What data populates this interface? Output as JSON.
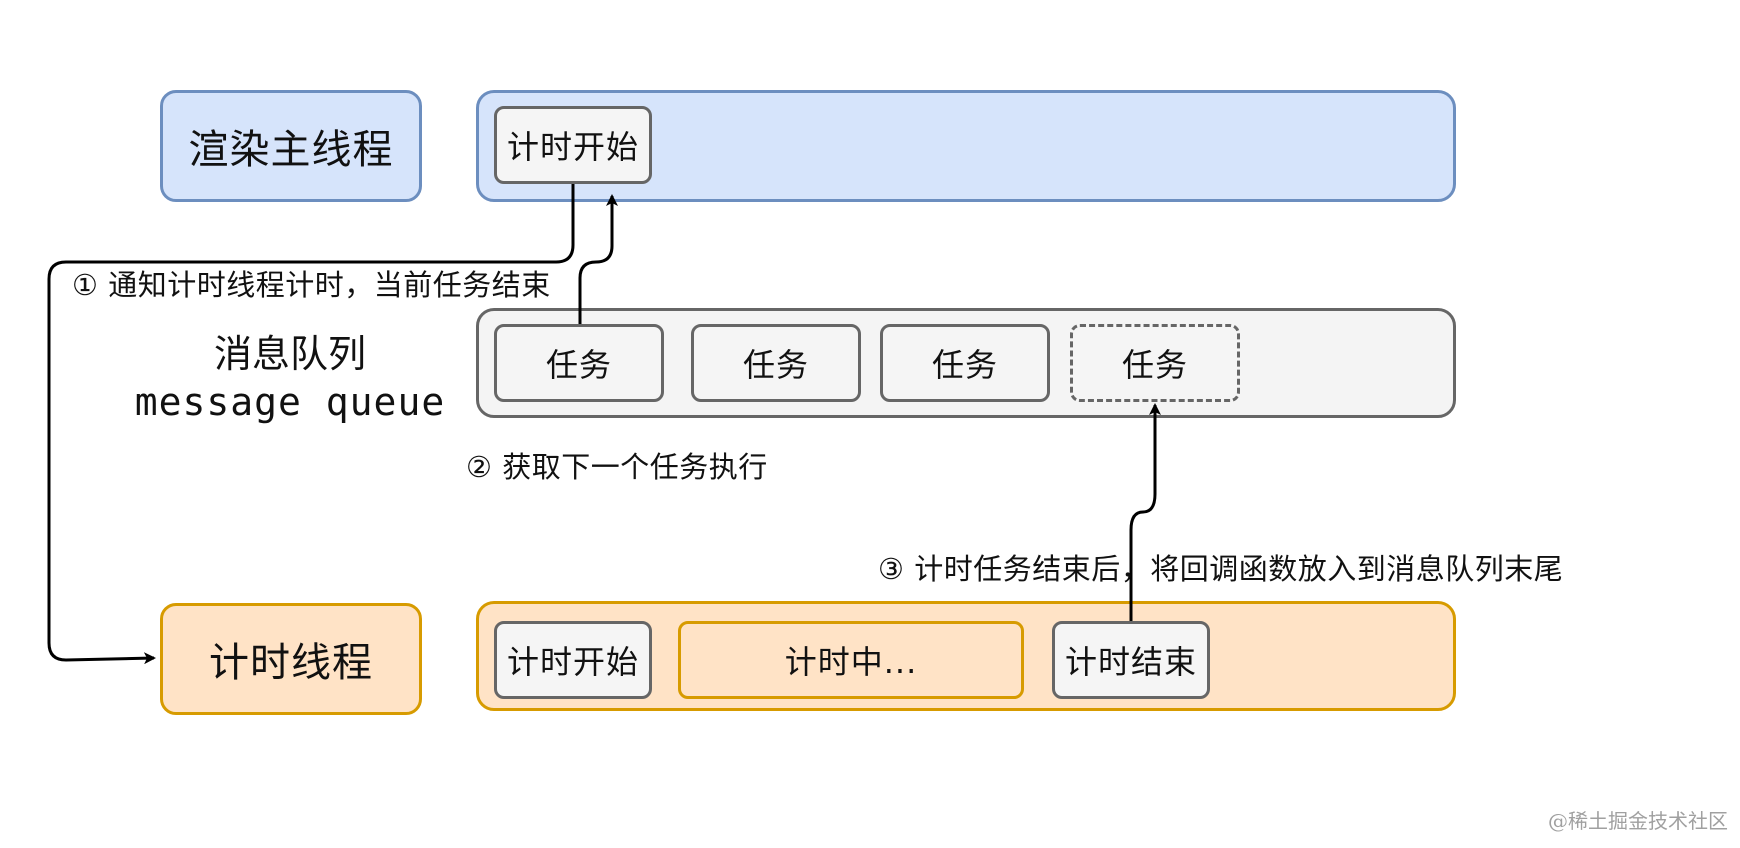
{
  "lanes": {
    "render": {
      "label": "渲染主线程",
      "chips": [
        "计时开始"
      ]
    },
    "queue": {
      "label_cn": "消息队列",
      "label_en": "message queue",
      "chips": [
        "任务",
        "任务",
        "任务",
        "任务"
      ]
    },
    "timer": {
      "label": "计时线程",
      "chips": [
        "计时开始",
        "计时中...",
        "计时结束"
      ]
    }
  },
  "annotations": {
    "step1": "① 通知计时线程计时，当前任务结束",
    "step2": "② 获取下一个任务执行",
    "step3": "③ 计时任务结束后，将回调函数放入到消息队列末尾"
  },
  "watermark": "@稀土掘金技术社区",
  "colors": {
    "blue_fill": "#d6e4fb",
    "blue_stroke": "#6c8ebf",
    "gray_fill": "#f4f4f4",
    "gray_stroke": "#666666",
    "orange_fill": "#ffe3c6",
    "orange_stroke": "#d79b00",
    "arrow": "#000000"
  }
}
